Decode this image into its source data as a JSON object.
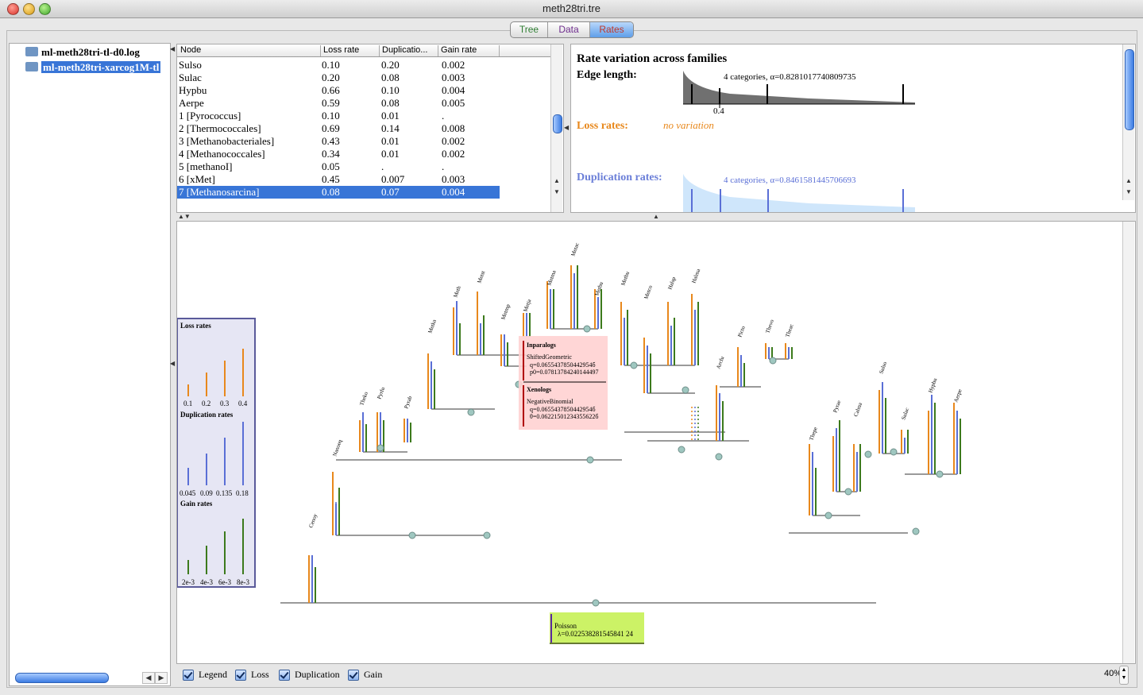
{
  "window": {
    "title": "meth28tri.tre"
  },
  "tabs": [
    {
      "label": "Tree"
    },
    {
      "label": "Data"
    },
    {
      "label": "Rates"
    }
  ],
  "files": [
    {
      "name": "ml-meth28tri-tl-d0.log"
    },
    {
      "name": "ml-meth28tri-xarcog1M-tl"
    }
  ],
  "table": {
    "headers": [
      "Node",
      "Loss rate",
      "Duplicatio...",
      "Gain rate"
    ],
    "rows": [
      [
        "Sulso",
        "0.10",
        "0.20",
        "0.002"
      ],
      [
        "Sulac",
        "0.20",
        "0.08",
        "0.003"
      ],
      [
        "Hypbu",
        "0.66",
        "0.10",
        "0.004"
      ],
      [
        "Aerpe",
        "0.59",
        "0.08",
        "0.005"
      ],
      [
        "1 [Pyrococcus]",
        "0.10",
        "0.01",
        "."
      ],
      [
        "2 [Thermococcales]",
        "0.69",
        "0.14",
        "0.008"
      ],
      [
        "3 [Methanobacteriales]",
        "0.43",
        "0.01",
        "0.002"
      ],
      [
        "4 [Methanococcales]",
        "0.34",
        "0.01",
        "0.002"
      ],
      [
        "5 [methanoI]",
        "0.05",
        ".",
        "."
      ],
      [
        "6 [xMet]",
        "0.45",
        "0.007",
        "0.003"
      ],
      [
        "7 [Methanosarcina]",
        "0.08",
        "0.07",
        "0.004"
      ]
    ]
  },
  "rates": {
    "title": "Rate variation across families",
    "edge_label": "Edge length:",
    "edge_cat": "4 categories, α=0.8281017740809735",
    "edge_tick": "0.4",
    "loss_label": "Loss rates:",
    "loss_value": "no variation",
    "dup_label": "Duplication rates:",
    "dup_cat": "4 categories, α=0.8461581445706693"
  },
  "legend": {
    "loss_title": "Loss rates",
    "loss_ticks": [
      "0.1",
      "0.2",
      "0.3",
      "0.4"
    ],
    "dup_title": "Duplication rates",
    "dup_ticks": [
      "0.045",
      "0.09",
      "0.135",
      "0.18"
    ],
    "gain_title": "Gain rates",
    "gain_ticks": [
      "2e-3",
      "4e-3",
      "6e-3",
      "8e-3"
    ]
  },
  "popup": {
    "inparalogs": "Inparalogs",
    "in_dist": "ShiftedGeometric",
    "in_q": "q=0.0655437850442954б",
    "in_p": "p0=0.07813784240144497",
    "xenologs": "Xenologs",
    "xe_dist": "NegativeBinomial",
    "xe_q": "q=0.0655437850442954б",
    "xe_t": "θ=0.06221501234355622б"
  },
  "root": {
    "model": "Poisson",
    "lambda": "λ=0.022538281545841 24"
  },
  "taxa": [
    "Cenoy",
    "Nanoeq",
    "Theko",
    "Pyrfu",
    "Pyrab",
    "Metka",
    "Meth",
    "Metst",
    "Metmp",
    "Metja",
    "Metma",
    "Metac",
    "Metbu",
    "Metbu",
    "Metco",
    "Halsp",
    "Halma",
    "Arcfu",
    "Picto",
    "Thevo",
    "Theac",
    "Thepe",
    "Pyrae",
    "Calma",
    "Sulso",
    "Sulac",
    "Hypbu",
    "Aerpe"
  ],
  "options": {
    "legend": "Legend",
    "loss": "Loss",
    "duplication": "Duplication",
    "gain": "Gain",
    "zoom": "40%"
  },
  "colors": {
    "loss": "#e8881c",
    "duplication": "#5a6fd6",
    "gain": "#3c7a1c",
    "selection": "#3875d7"
  }
}
